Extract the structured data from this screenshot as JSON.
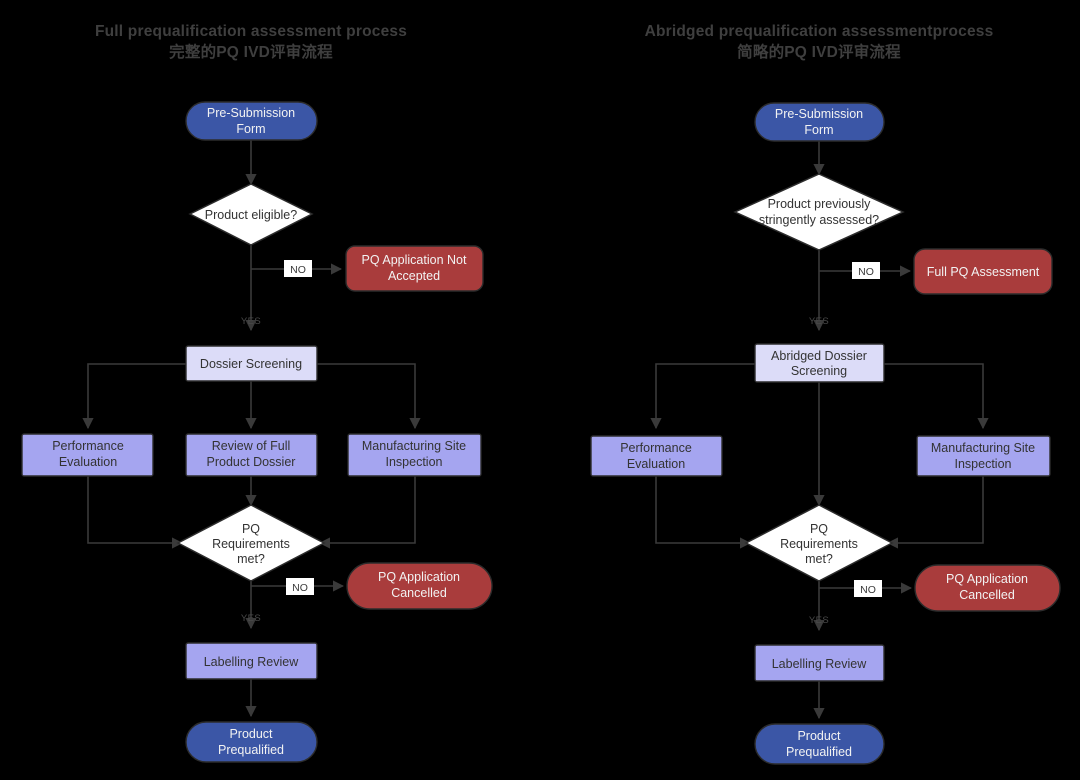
{
  "colors": {
    "background": "#000000",
    "blue_terminal": "#3b56a6",
    "red_stop": "#a93c3c",
    "purple_step": "#a5a5f0",
    "lavender_step": "#dcdcf8",
    "diamond_fill": "#ffffff",
    "stroke": "#2c2c2c",
    "connector": "#3a3a3a",
    "title_text": "#3f3f3f",
    "dark_text": "#333333",
    "light_text": "#f2f2f2"
  },
  "panels": [
    {
      "id": "full",
      "title_en": "Full prequalification assessment process",
      "title_zh": "完整的PQ IVD评审流程",
      "nodes": {
        "start": "Pre-Submission Form",
        "decision1": "Product eligible?",
        "reject1": "PQ Application Not Accepted",
        "screening": "Dossier Screening",
        "branch_left": "Performance Evaluation",
        "branch_mid": "Review of Full Product Dossier",
        "branch_right": "Manufacturing Site Inspection",
        "decision2_line1": "PQ",
        "decision2_line2": "Requirements",
        "decision2_line3": "met?",
        "reject2": "PQ Application Cancelled",
        "labelling": "Labelling Review",
        "end": "Product Prequalified"
      },
      "edge_labels": {
        "no1": "NO",
        "yes1": "YES",
        "no2": "NO",
        "yes2": "YES"
      }
    },
    {
      "id": "abridged",
      "title_en": "Abridged prequalification assessmentprocess",
      "title_zh": "简略的PQ IVD评审流程",
      "nodes": {
        "start": "Pre-Submission Form",
        "decision1_line1": "Product previously",
        "decision1_line2": "stringently assessed?",
        "reject1": "Full PQ Assessment",
        "screening": "Abridged Dossier Screening",
        "branch_left": "Performance Evaluation",
        "branch_right": "Manufacturing Site Inspection",
        "decision2_line1": "PQ",
        "decision2_line2": "Requirements",
        "decision2_line3": "met?",
        "reject2": "PQ Application Cancelled",
        "labelling": "Labelling Review",
        "end": "Product Prequalified"
      },
      "edge_labels": {
        "no1": "NO",
        "yes1": "YES",
        "no2": "NO",
        "yes2": "YES"
      }
    }
  ]
}
